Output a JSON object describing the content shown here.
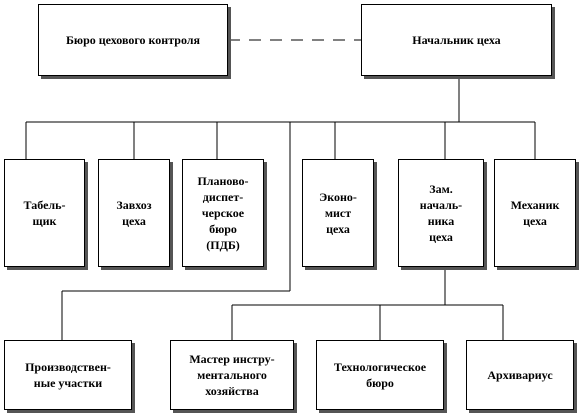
{
  "org_chart": {
    "top": {
      "control_bureau": "Бюро цехового контроля",
      "head": "Начальник цеха"
    },
    "middle": {
      "timekeeper": "Табель-\nщик",
      "supply_manager": "Завхоз\nцеха",
      "planning_bureau": "Планово-\nдиспет-\nчерское\nбюро\n(ПДБ)",
      "economist": "Эконо-\nмист\nцеха",
      "deputy_head": "Зам.\nначаль-\nника\nцеха",
      "mechanic": "Механик\nцеха"
    },
    "bottom": {
      "production_sections": "Производствен-\nные участки",
      "tool_master": "Мастер инстру-\nментального\nхозяйства",
      "tech_bureau": "Технологическое\nбюро",
      "archivist": "Архивариус"
    }
  }
}
